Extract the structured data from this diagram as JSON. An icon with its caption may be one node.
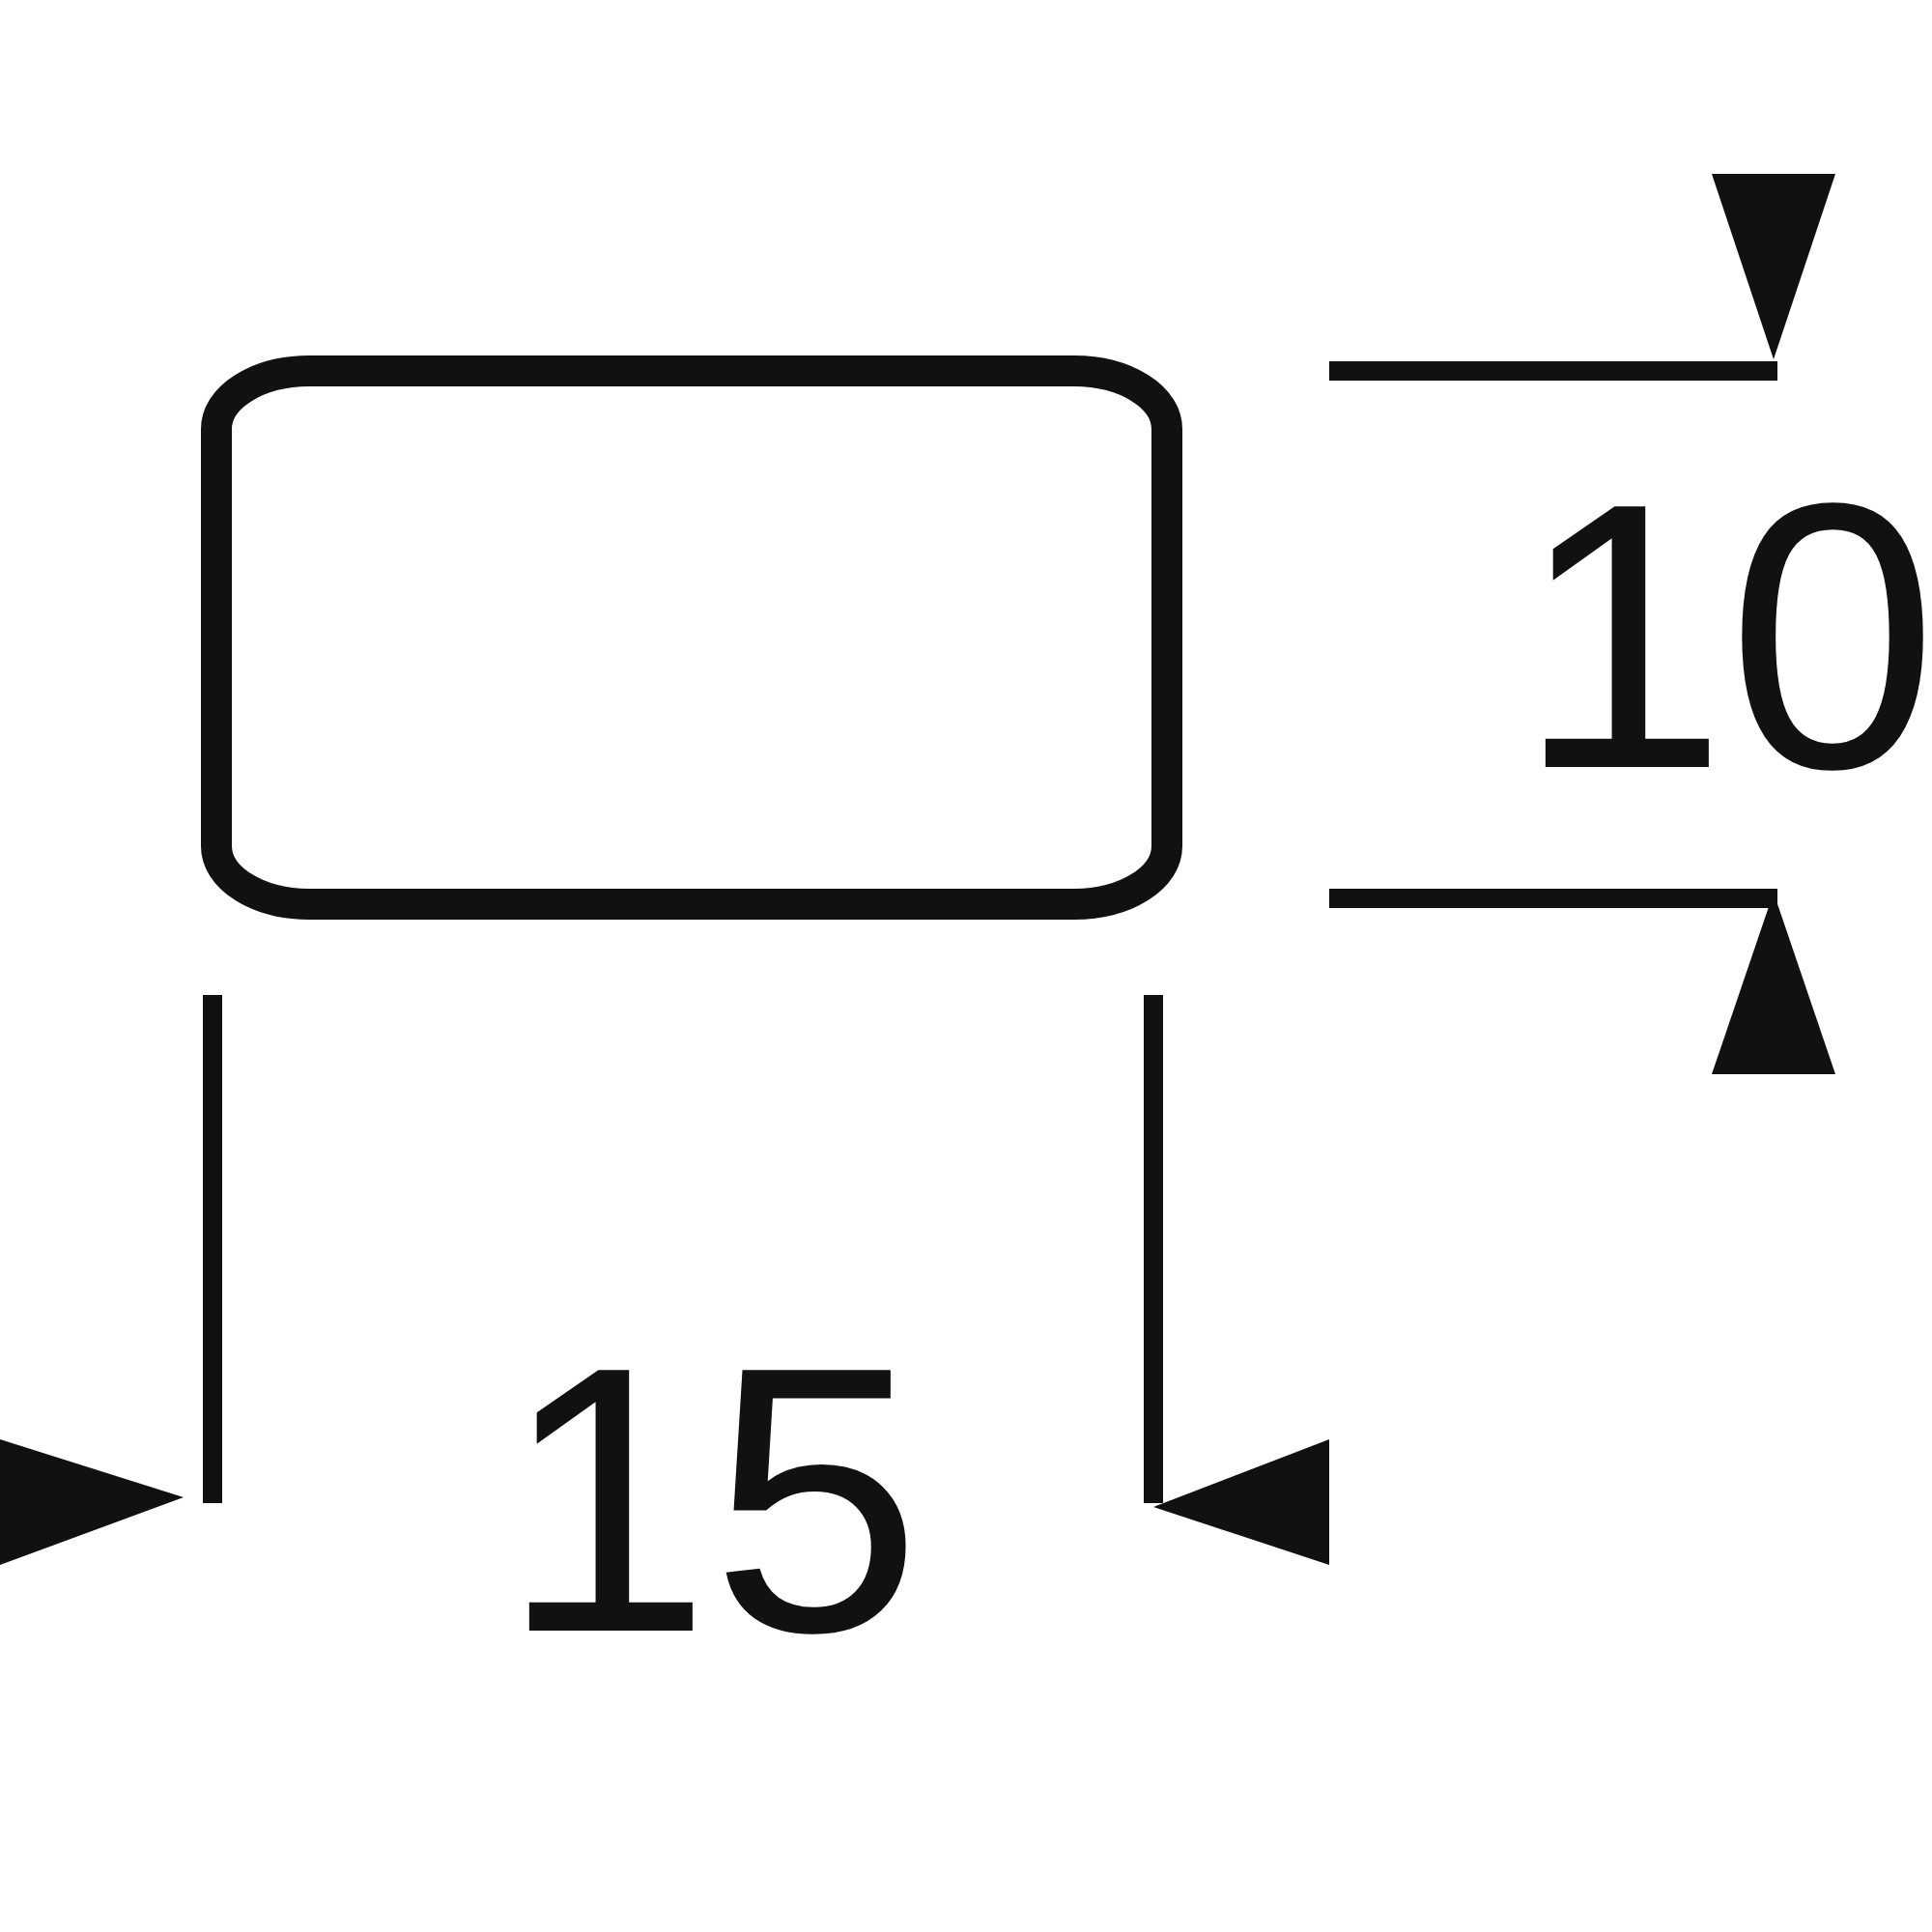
{
  "diagram": {
    "nodes": [
      {
        "text": [],
        "shape": "box"
      }
    ],
    "labels": [
      "10",
      "15"
    ]
  }
}
